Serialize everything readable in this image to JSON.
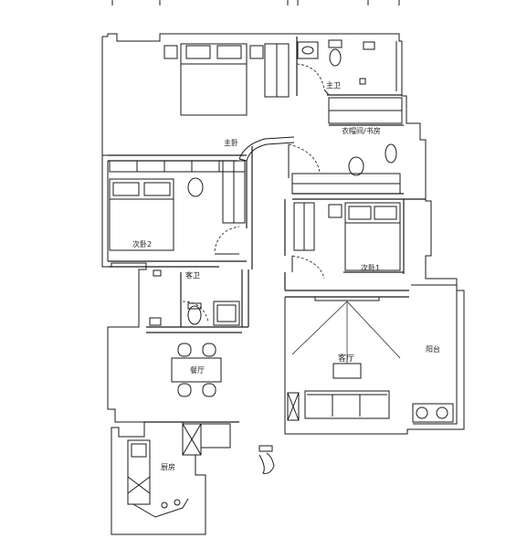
{
  "rooms": {
    "master_bedroom": "主卧",
    "master_bath": "主卫",
    "cloakroom_study": "衣帽间/书房",
    "second_bedroom_2": "次卧2",
    "second_bedroom_1": "次卧1",
    "guest_bath": "客卫",
    "living_room": "客厅",
    "balcony": "阳台",
    "dining_room": "餐厅",
    "kitchen": "厨房"
  },
  "colors": {
    "wall": "#1a1a1a",
    "fixture": "#333333",
    "hatch": "#555555"
  }
}
